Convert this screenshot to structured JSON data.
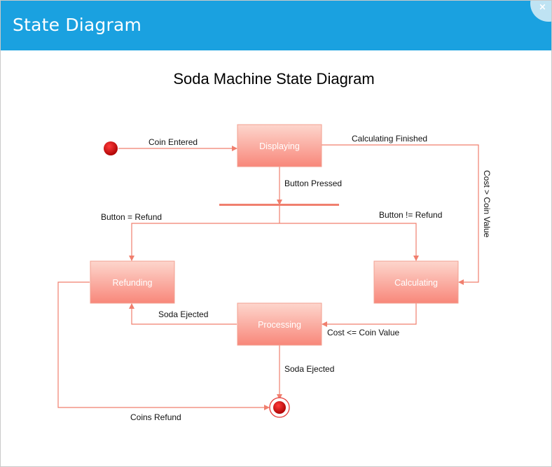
{
  "window": {
    "title": "State Diagram",
    "close_glyph": "×",
    "accent": "#1aa1e0"
  },
  "diagram": {
    "title": "Soda Machine State Diagram",
    "states": {
      "displaying": "Displaying",
      "refunding": "Refunding",
      "calculating": "Calculating",
      "processing": "Processing"
    },
    "transitions": {
      "coin_entered": "Coin Entered",
      "calculating_finished": "Calculating Finished",
      "button_pressed": "Button Pressed",
      "button_refund": "Button = Refund",
      "button_not_refund": "Button != Refund",
      "cost_gt_coin": "Cost > Coin Value",
      "soda_ejected_left": "Soda Ejected",
      "cost_le_coin": "Cost <= Coin Value",
      "soda_ejected_down": "Soda Ejected",
      "coins_refund": "Coins Refund"
    },
    "colors": {
      "state_fill_top": "#fcd2c9",
      "state_fill_bottom": "#f8877a",
      "edge": "#f07f6e",
      "start": "#c00000"
    }
  }
}
